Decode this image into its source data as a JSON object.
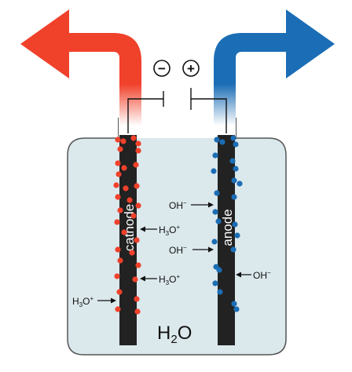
{
  "colors": {
    "cathode_red": "#f0412b",
    "anode_blue": "#1b6db5",
    "electrolyte": "#dbe8ec",
    "container_border": "#555555",
    "electrode": "#222222"
  },
  "polarity": {
    "negative": "−",
    "positive": "+"
  },
  "electrodes": {
    "cathode": "cathode",
    "anode": "anode"
  },
  "solution": {
    "formula_main": "H",
    "formula_sub": "2",
    "formula_tail": "O"
  },
  "ions": {
    "h3o_1": {
      "main": "H",
      "sub": "3",
      "mid": "O",
      "sup": "+"
    },
    "h3o_2": {
      "main": "H",
      "sub": "3",
      "mid": "O",
      "sup": "+"
    },
    "h3o_3": {
      "main": "H",
      "sub": "3",
      "mid": "O",
      "sup": "+"
    },
    "oh_1": {
      "main": "OH",
      "sup": "−"
    },
    "oh_2": {
      "main": "OH",
      "sup": "−"
    },
    "oh_3": {
      "main": "OH",
      "sup": "−"
    }
  },
  "icons": {
    "left_arrow": "red-outflow-arrow-icon",
    "right_arrow": "blue-outflow-arrow-icon"
  }
}
